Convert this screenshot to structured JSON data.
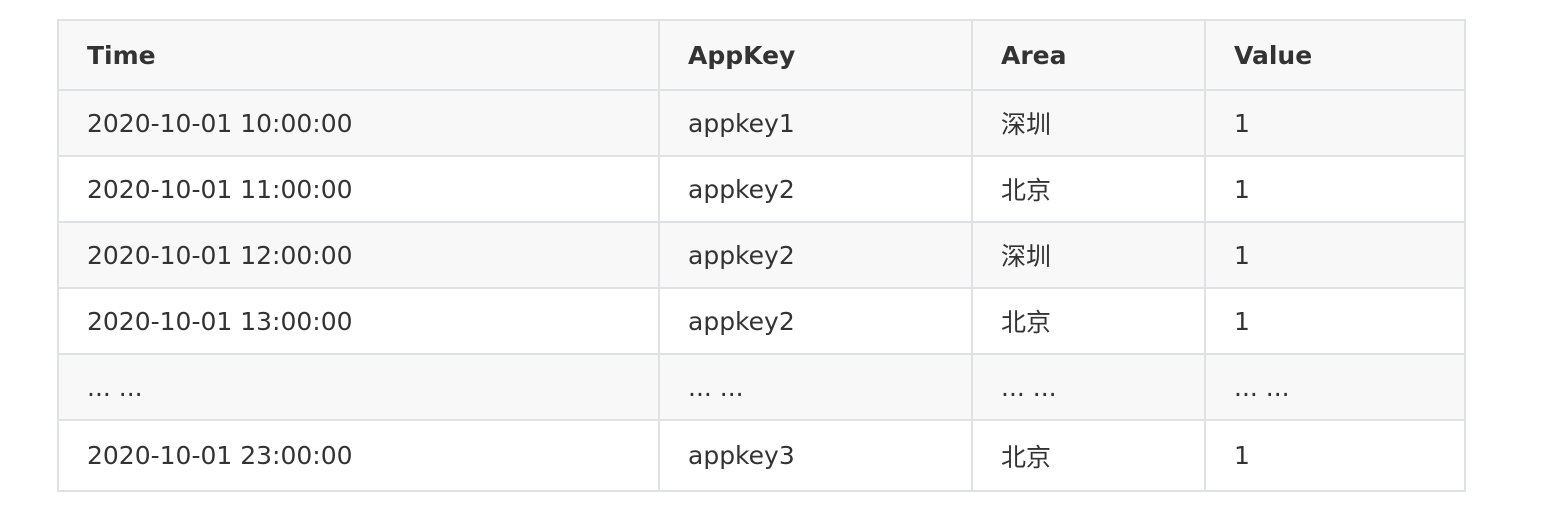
{
  "table": {
    "headers": [
      "Time",
      "AppKey",
      "Area",
      "Value"
    ],
    "rows": [
      [
        "2020-10-01 10:00:00",
        "appkey1",
        "深圳",
        "1"
      ],
      [
        "2020-10-01 11:00:00",
        "appkey2",
        "北京",
        "1"
      ],
      [
        "2020-10-01 12:00:00",
        "appkey2",
        "深圳",
        "1"
      ],
      [
        "2020-10-01 13:00:00",
        "appkey2",
        "北京",
        "1"
      ],
      [
        "... ...",
        "... ...",
        "... ...",
        "... ..."
      ],
      [
        "2020-10-01 23:00:00",
        "appkey3",
        "北京",
        "1"
      ]
    ]
  }
}
